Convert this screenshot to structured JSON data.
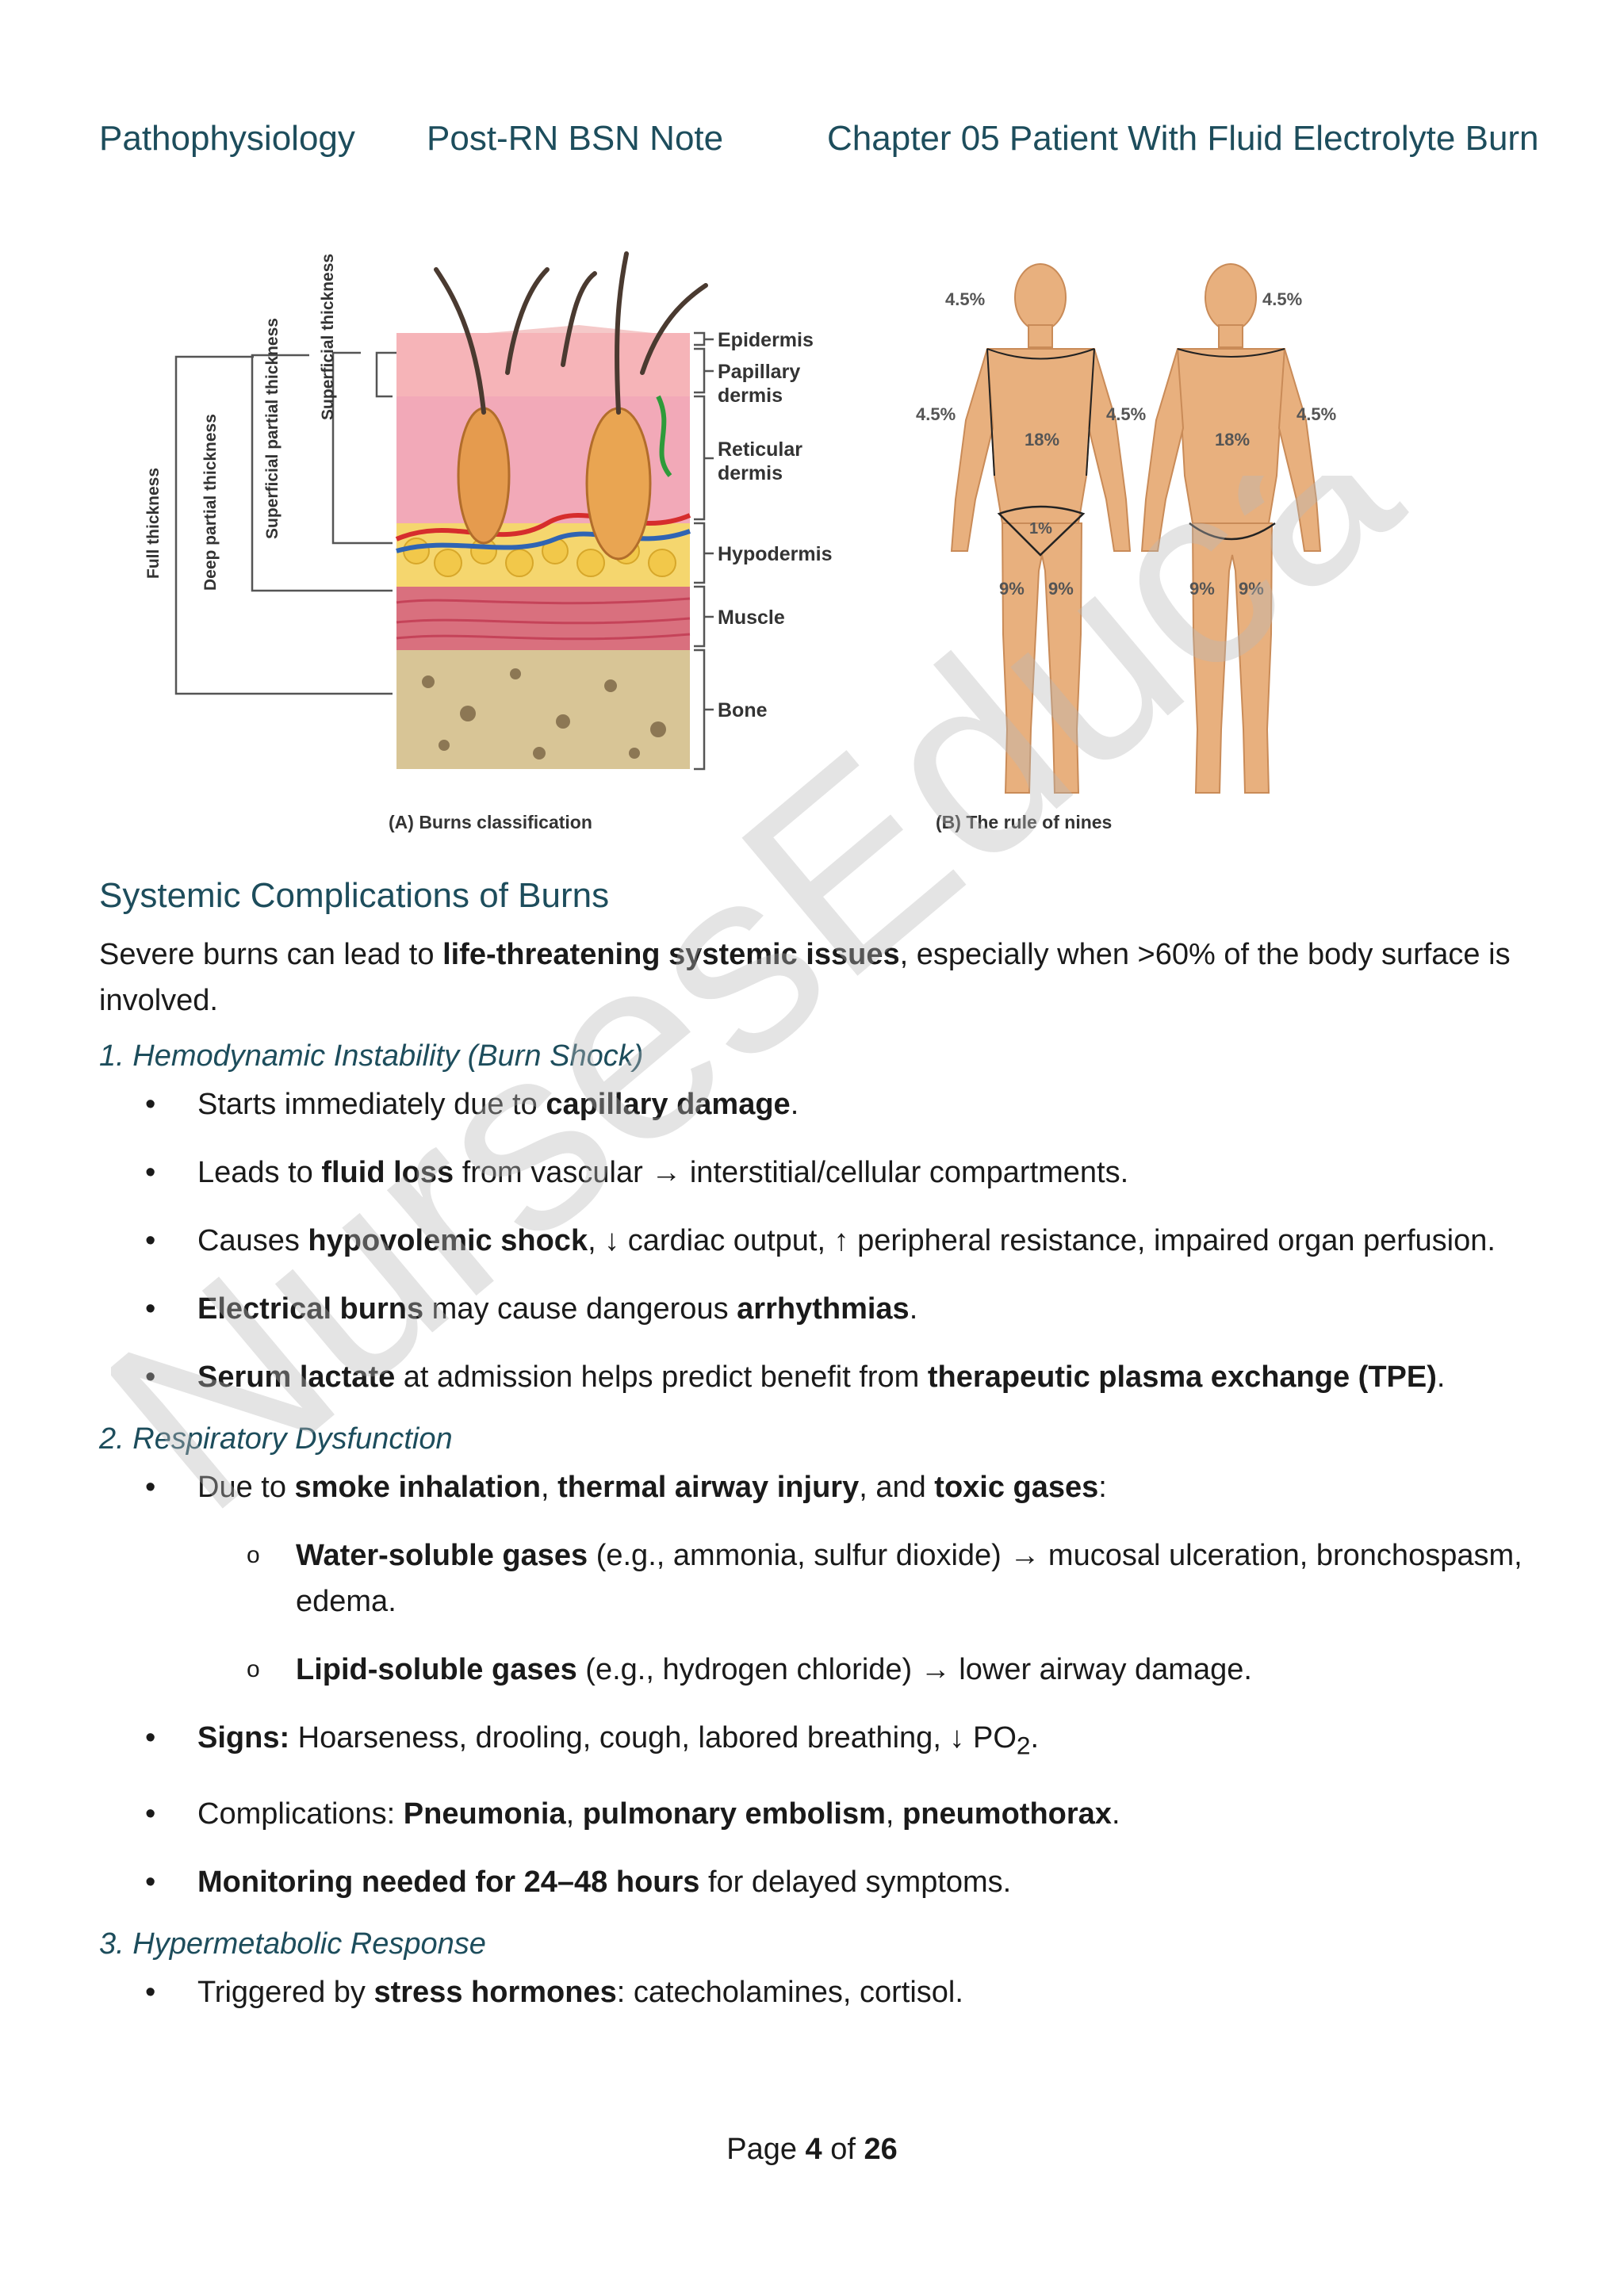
{
  "header": {
    "subject": "Pathophysiology",
    "program": "Post-RN BSN Note",
    "chapter": "Chapter 05 Patient With Fluid Electrolyte Burn"
  },
  "figure": {
    "left_caption": "(A) Burns classification",
    "right_caption": "(B) The rule of nines",
    "depth_labels": [
      "Full thickness",
      "Deep partial thickness",
      "Superficial partial thickness",
      "Superficial thickness"
    ],
    "layer_labels": {
      "epidermis": "Epidermis",
      "papillary_1": "Papillary",
      "papillary_2": "dermis",
      "reticular_1": "Reticular",
      "reticular_2": "dermis",
      "hypodermis": "Hypodermis",
      "muscle": "Muscle",
      "bone": "Bone"
    },
    "front_percentages": {
      "head": "4.5%",
      "left_arm": "4.5%",
      "right_arm": "4.5%",
      "torso": "18%",
      "groin": "1%",
      "left_leg": "9%",
      "right_leg": "9%"
    },
    "back_percentages": {
      "head": "4.5%",
      "arm": "4.5%",
      "torso": "18%",
      "left_leg": "9%",
      "right_leg": "9%"
    }
  },
  "section": {
    "title": "Systemic Complications of Burns",
    "intro_pre": "Severe burns can lead to ",
    "intro_bold": "life-threatening systemic issues",
    "intro_post": ", especially when >60% of the body surface is involved."
  },
  "s1": {
    "title": "1. Hemodynamic Instability (Burn Shock)",
    "b1_pre": "Starts immediately due to ",
    "b1_bold": "capillary damage",
    "b1_post": ".",
    "b2_pre": "Leads to ",
    "b2_bold": "fluid loss",
    "b2_post": " from vascular → interstitial/cellular compartments.",
    "b3_pre": "Causes ",
    "b3_bold": "hypovolemic shock",
    "b3_post": ", ↓ cardiac output, ↑ peripheral resistance, impaired organ perfusion.",
    "b4_bold1": "Electrical burns",
    "b4_mid": " may cause dangerous ",
    "b4_bold2": "arrhythmias",
    "b4_post": ".",
    "b5_bold1": "Serum lactate",
    "b5_mid": " at admission helps predict benefit from ",
    "b5_bold2": "therapeutic plasma exchange (TPE)",
    "b5_post": "."
  },
  "s2": {
    "title": "2. Respiratory Dysfunction",
    "b1_pre": "Due to ",
    "b1_bold1": "smoke inhalation",
    "b1_sep1": ", ",
    "b1_bold2": "thermal airway injury",
    "b1_sep2": ", and ",
    "b1_bold3": "toxic gases",
    "b1_post": ":",
    "sub1_bold": "Water-soluble gases",
    "sub1_post": " (e.g., ammonia, sulfur dioxide) → mucosal ulceration, bronchospasm, edema.",
    "sub2_bold": "Lipid-soluble gases",
    "sub2_post": " (e.g., hydrogen chloride) → lower airway damage.",
    "b2_bold": "Signs:",
    "b2_post": " Hoarseness, drooling, cough, labored breathing, ↓ PO",
    "b2_subscript": "2",
    "b2_end": ".",
    "b3_pre": "Complications: ",
    "b3_bold1": "Pneumonia",
    "b3_sep1": ", ",
    "b3_bold2": "pulmonary embolism",
    "b3_sep2": ", ",
    "b3_bold3": "pneumothorax",
    "b3_post": ".",
    "b4_bold": "Monitoring needed for 24–48 hours",
    "b4_post": " for delayed symptoms."
  },
  "s3": {
    "title": "3. Hypermetabolic Response",
    "b1_pre": "Triggered by ",
    "b1_bold": "stress hormones",
    "b1_post": ": catecholamines, cortisol."
  },
  "footer": {
    "pre": "Page ",
    "current": "4",
    "mid": " of ",
    "total": "26"
  },
  "watermark": {
    "text": "NursesEduca"
  }
}
